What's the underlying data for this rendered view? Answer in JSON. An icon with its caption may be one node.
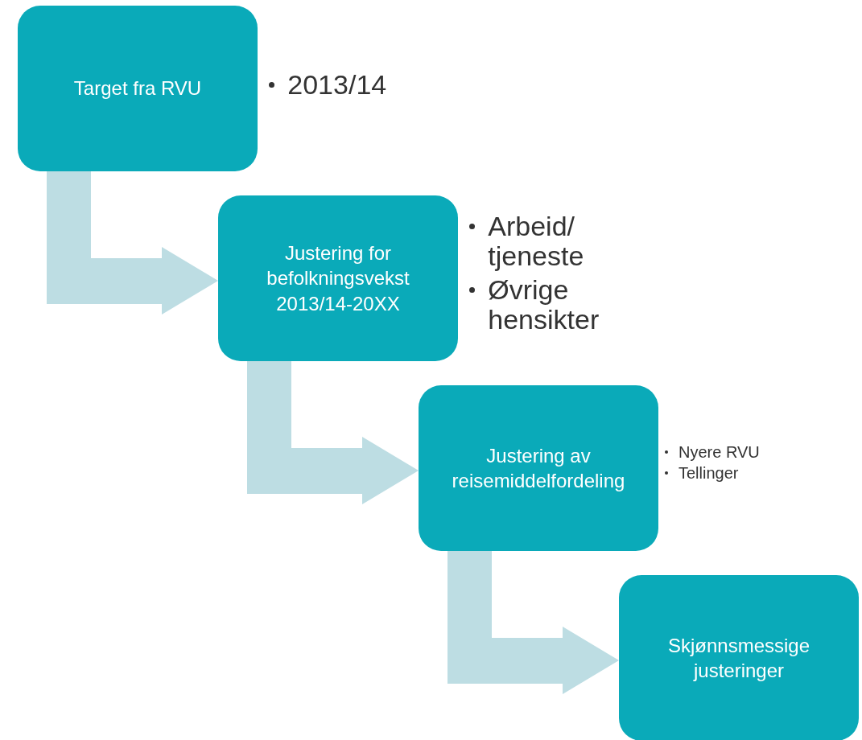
{
  "diagram": {
    "nodes": [
      {
        "text": [
          "Target fra RVU"
        ],
        "beside": [
          "2013/14"
        ]
      },
      {
        "text": [
          "Justering for befolkningsvekst 2013/14-20XX"
        ],
        "beside": [
          "Arbeid/ tjeneste",
          "Øvrige hensikter"
        ]
      },
      {
        "text": [
          "Justering av reisemiddelfordeling"
        ],
        "beside": [
          "Nyere RVU",
          "Tellinger"
        ]
      },
      {
        "text": [
          "Skjønnsmessige justeringer"
        ]
      }
    ],
    "edges": [
      {
        "from": 0,
        "to": 1,
        "arrow": "to"
      },
      {
        "from": 1,
        "to": 2,
        "arrow": "to"
      },
      {
        "from": 2,
        "to": 3,
        "arrow": "to"
      }
    ]
  }
}
